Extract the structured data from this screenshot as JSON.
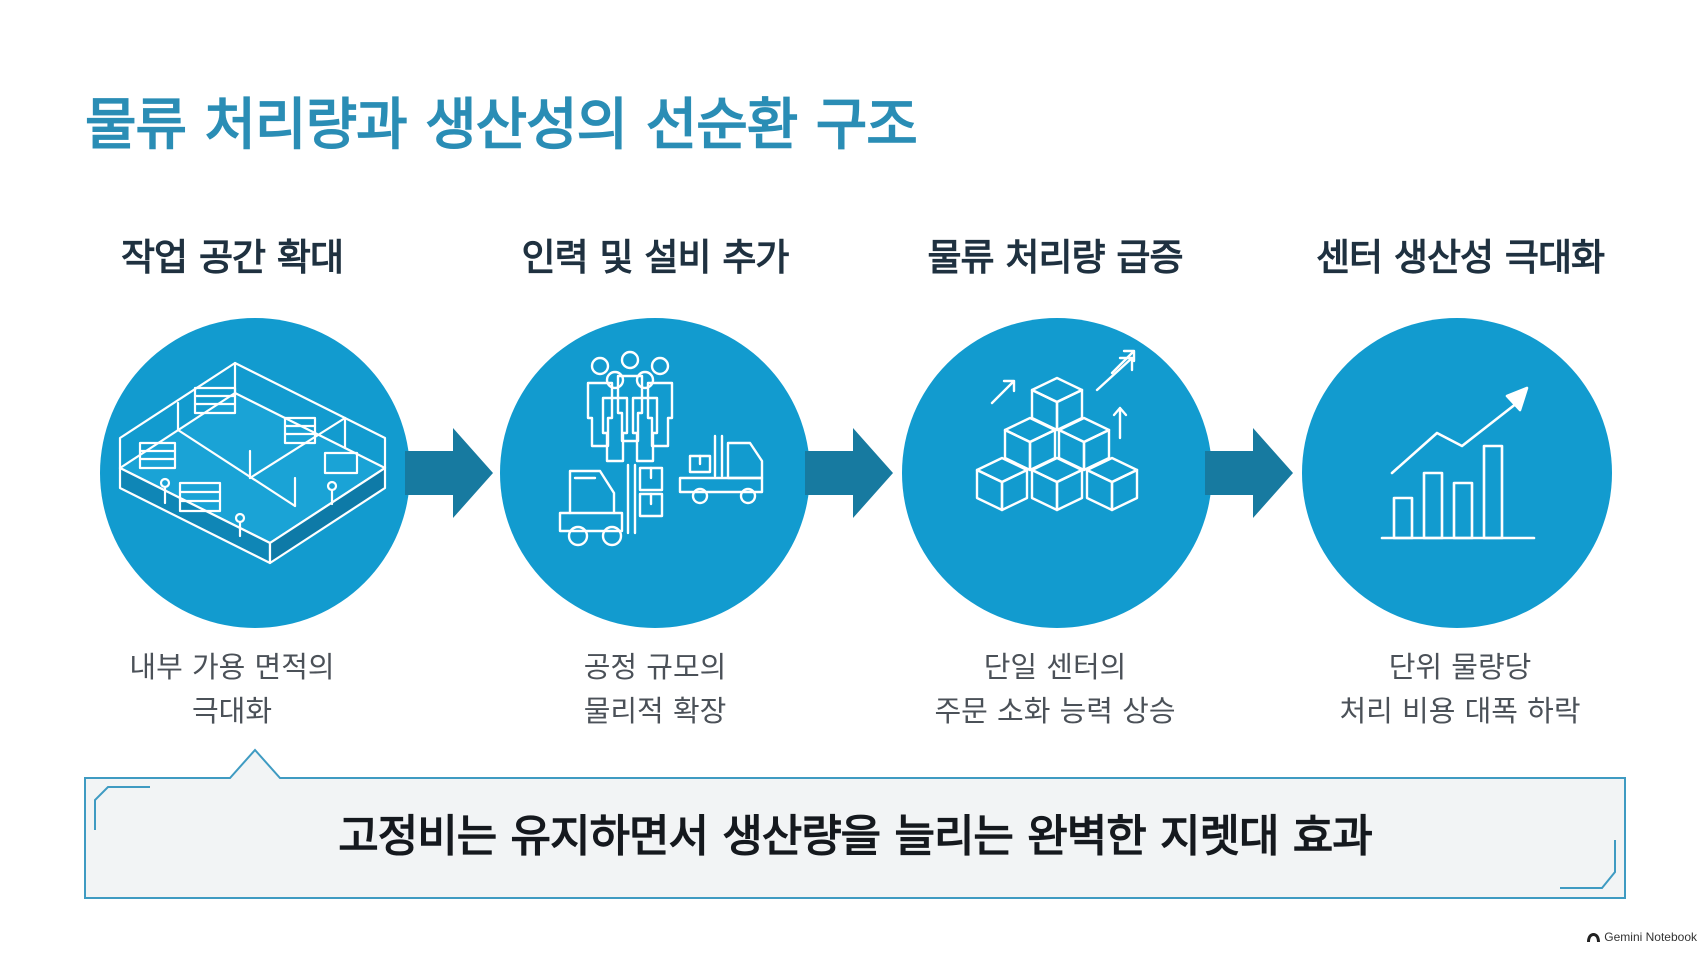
{
  "title": "물류 처리량과 생산성의 선순환 구조",
  "steps": [
    {
      "heading": "작업 공간 확대",
      "desc_line1": "내부 가용 면적의",
      "desc_line2": "극대화",
      "icon": "warehouse-floorplan-icon"
    },
    {
      "heading": "인력 및 설비 추가",
      "desc_line1": "공정 규모의",
      "desc_line2": "물리적 확장",
      "icon": "workers-forklift-icon"
    },
    {
      "heading": "물류 처리량 급증",
      "desc_line1": "단일 센터의",
      "desc_line2": "주문 소화 능력 상승",
      "icon": "boxes-growth-icon"
    },
    {
      "heading": "센터 생산성 극대화",
      "desc_line1": "단위 물량당",
      "desc_line2": "처리 비용 대폭 하락",
      "icon": "bar-chart-growth-icon"
    }
  ],
  "callout": {
    "text": "고정비는 유지하면서 생산량을 늘리는 완벽한 지렛대 효과"
  },
  "brand": {
    "label": "Gemini Notebook"
  },
  "colors": {
    "title": "#2a8db5",
    "circle": "#129bcf",
    "arrow": "#177aa0",
    "callout_border": "#3f9bc2"
  }
}
